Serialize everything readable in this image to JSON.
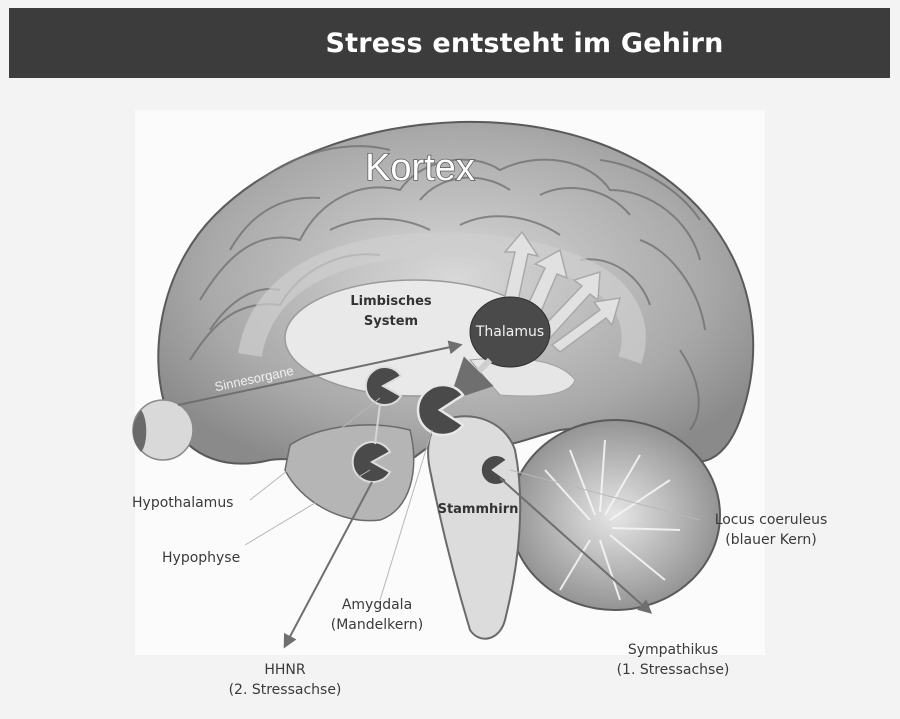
{
  "title": "Stress entsteht im Gehirn",
  "labels": {
    "kortex": "Kortex",
    "limbisches_system": [
      "Limbisches",
      "System"
    ],
    "thalamus": "Thalamus",
    "sinnesorgane": "Sinnesorgane",
    "stammhirn": "Stammhirn",
    "hypothalamus": "Hypothalamus",
    "hypophyse": "Hypophyse",
    "amygdala": [
      "Amygdala",
      "(Mandelkern)"
    ],
    "hhnr": [
      "HHNR",
      "(2. Stressachse)"
    ],
    "sympathikus": [
      "Sympathikus",
      "(1. Stressachse)"
    ],
    "locus": [
      "Locus coeruleus",
      "(blauer Kern)"
    ]
  },
  "colors": {
    "title_bar": "#3c3c3c",
    "nucleus": "#4a4a4a",
    "limbic": "#e9e9e9",
    "arrow": "#7a7a7a"
  }
}
